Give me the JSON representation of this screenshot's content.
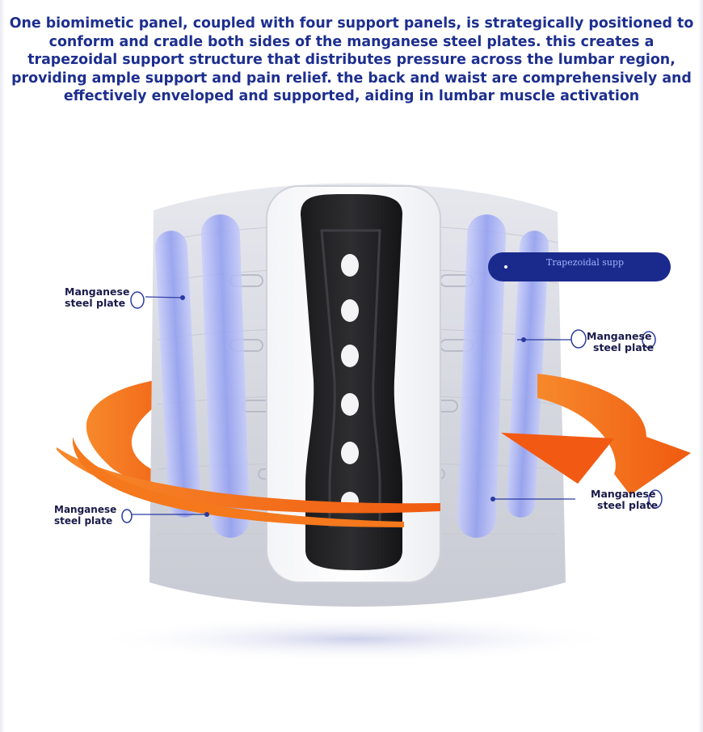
{
  "headline": "One biomimetic panel, coupled with four support panels, is strategically positioned to conform and cradle both sides of the manganese steel plates. this creates a trapezoidal support structure that distributes pressure across the lumbar region, providing ample support and pain relief. the back and waist are comprehensively and effectively enveloped and supported, aiding in lumbar muscle activation",
  "callouts": {
    "left_upper": {
      "line1": "Manganese",
      "line2": "steel plate"
    },
    "left_lower": {
      "line1": "Manganese",
      "line2": "steel plate"
    },
    "right_upper": {
      "line1": "Manganese",
      "line2": "steel plate"
    },
    "right_lower": {
      "line1": "Manganese",
      "line2": "steel plate"
    },
    "trapezoidal": "Trapezoidal supp"
  },
  "colors": {
    "headline": "#1d2f8f",
    "orange_arrow": "#f26a16",
    "plate_blue": "#9aa7f2",
    "pill_navy": "#1a2a8c"
  }
}
